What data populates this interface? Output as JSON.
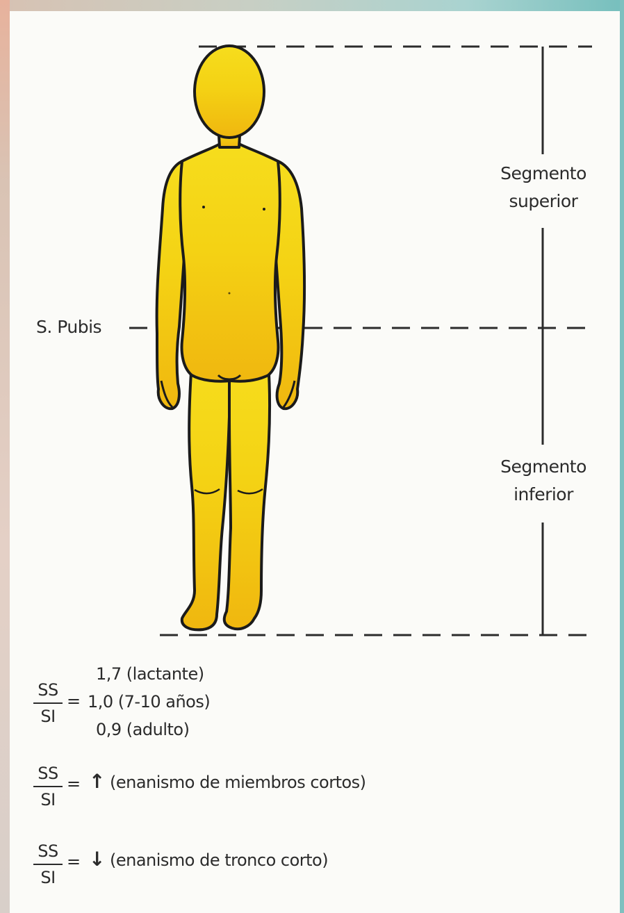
{
  "diagram": {
    "segment_upper": [
      "Segmento",
      "superior"
    ],
    "segment_lower": [
      "Segmento",
      "inferior"
    ],
    "pubis_label": "S. Pubis",
    "figure_color": "#f2c40e",
    "figure_outline": "#1b1b1b"
  },
  "formulas": {
    "ratio_numerator": "SS",
    "ratio_denominator": "SI",
    "equals": "=",
    "ratio_values": [
      "1,7 (lactante)",
      "1,0 (7-10 años)",
      "0,9 (adulto)"
    ],
    "increase_arrow_icon": "up-arrow-icon",
    "increase_text": "(enanismo de miembros cortos)",
    "decrease_arrow_icon": "down-arrow-icon",
    "decrease_text": "(enanismo de tronco corto)"
  }
}
